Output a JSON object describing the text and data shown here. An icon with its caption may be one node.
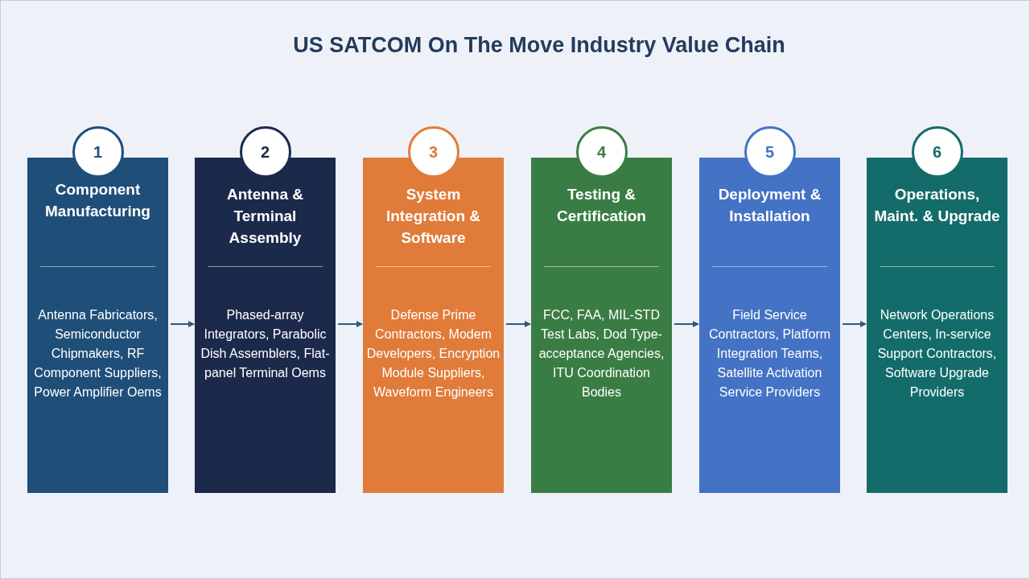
{
  "diagram": {
    "title": "US SATCOM On The Move Industry Value Chain",
    "nodes": [
      {
        "text": [
          "1"
        ]
      },
      {
        "text": [
          "Component Manufacturing",
          "Antenna Fabricators, Semiconductor Chipmakers, RF Component Suppliers, Power Amplifier Oems"
        ]
      },
      {
        "text": [
          "2"
        ]
      },
      {
        "text": [
          "Antenna & Terminal Assembly",
          "Phased-array Integrators, Parabolic Dish Assemblers, Flat-panel Terminal Oems"
        ]
      },
      {
        "text": [
          "3"
        ]
      },
      {
        "text": [
          "System Integration & Software",
          "Defense Prime Contractors, Modem Developers, Encryption Module Suppliers, Waveform Engineers"
        ]
      },
      {
        "text": [
          "4"
        ]
      },
      {
        "text": [
          "Testing & Certification",
          "FCC, FAA, MIL-STD Test Labs, Dod Type-acceptance Agencies, ITU Coordination Bodies"
        ]
      },
      {
        "text": [
          "5"
        ]
      },
      {
        "text": [
          "Deployment & Installation",
          "Field Service Contractors, Platform Integration Teams, Satellite Activation Service Providers"
        ]
      },
      {
        "text": [
          "6"
        ]
      },
      {
        "text": [
          "Operations, Maint. & Upgrade",
          "Network Operations Centers, In-service Support Contractors, Software Upgrade Providers"
        ]
      }
    ],
    "edges": [
      {
        "from": 1,
        "to": 3,
        "arrow": "to"
      },
      {
        "from": 3,
        "to": 5,
        "arrow": "to"
      },
      {
        "from": 5,
        "to": 7,
        "arrow": "to"
      },
      {
        "from": 7,
        "to": 9,
        "arrow": "to"
      },
      {
        "from": 9,
        "to": 11,
        "arrow": "to"
      }
    ]
  }
}
